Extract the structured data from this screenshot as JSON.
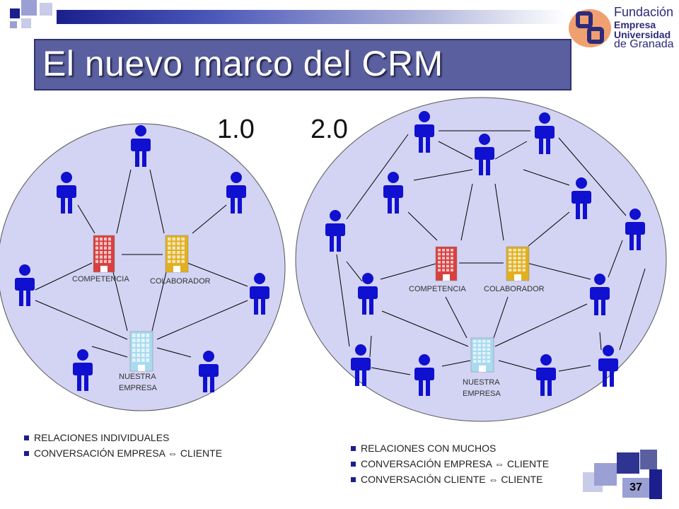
{
  "title": "El nuevo marco del CRM",
  "logo": {
    "line1": "Fundación",
    "line2": "Empresa",
    "line3": "Universidad",
    "line4": "de Granada"
  },
  "left_diagram": {
    "version": "1.0",
    "labels": {
      "competencia": "COMPETENCIA",
      "colaborador": "COLABORADOR",
      "empresa_line1": "NUESTRA",
      "empresa_line2": "EMPRESA"
    },
    "bullets": [
      "RELACIONES INDIVIDUALES",
      "CONVERSACIÓN EMPRESA ⇔ CLIENTE"
    ]
  },
  "right_diagram": {
    "version": "2.0",
    "labels": {
      "competencia": "COMPETENCIA",
      "colaborador": "COLABORADOR",
      "empresa_line1": "NUESTRA",
      "empresa_line2": "EMPRESA"
    },
    "bullets": [
      "RELACIONES CON MUCHOS",
      "CONVERSACIÓN EMPRESA ⇔ CLIENTE",
      "CONVERSACIÓN CLIENTE ⇔ CLIENTE"
    ]
  },
  "colors": {
    "circle_fill": "#d3d3f3",
    "person": "#1010d0",
    "competencia": "#d84040",
    "colaborador": "#e0b020",
    "empresa": "#a8daf0",
    "title_bg": "#5a5f9f"
  },
  "page_number": "37"
}
